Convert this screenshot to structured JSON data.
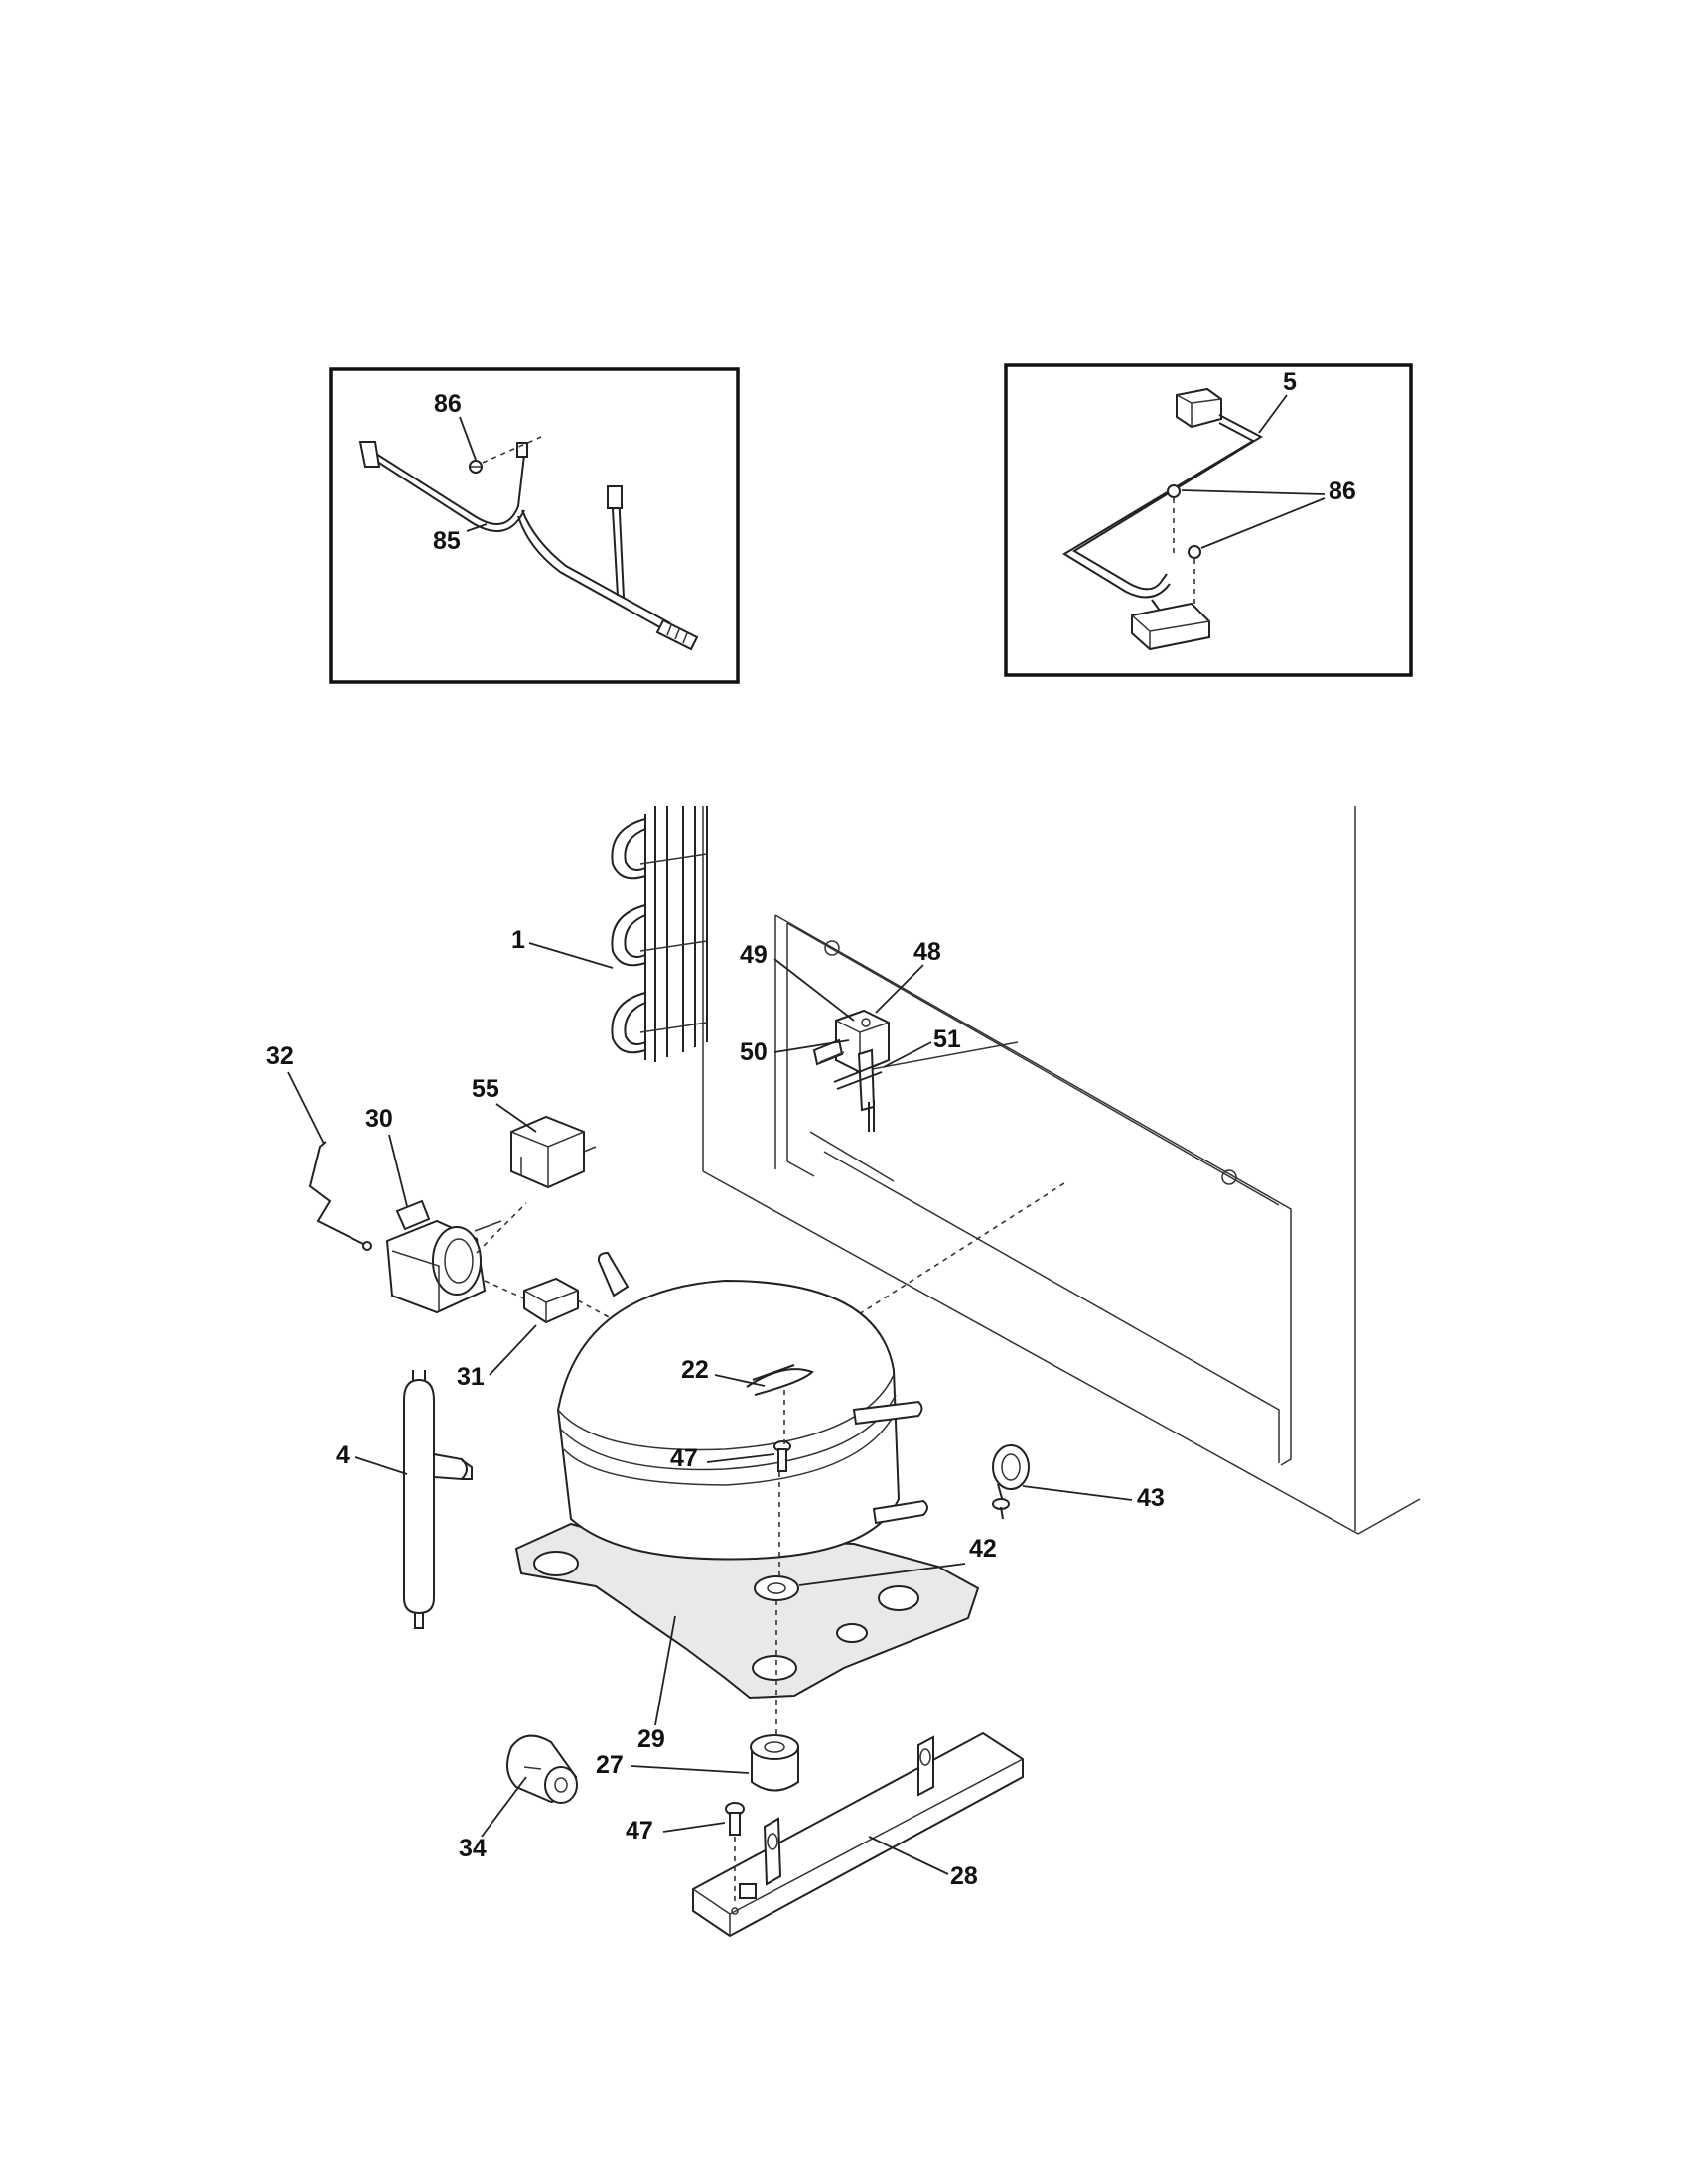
{
  "callouts": {
    "inset_left": [
      "86",
      "85"
    ],
    "inset_right": [
      "5",
      "86"
    ],
    "main": {
      "1": "1",
      "49": "49",
      "48": "48",
      "50": "50",
      "51": "51",
      "32": "32",
      "30": "30",
      "55": "55",
      "31": "31",
      "22": "22",
      "47a": "47",
      "4": "4",
      "43": "43",
      "42": "42",
      "29": "29",
      "27": "27",
      "34": "34",
      "47b": "47",
      "28": "28"
    }
  }
}
